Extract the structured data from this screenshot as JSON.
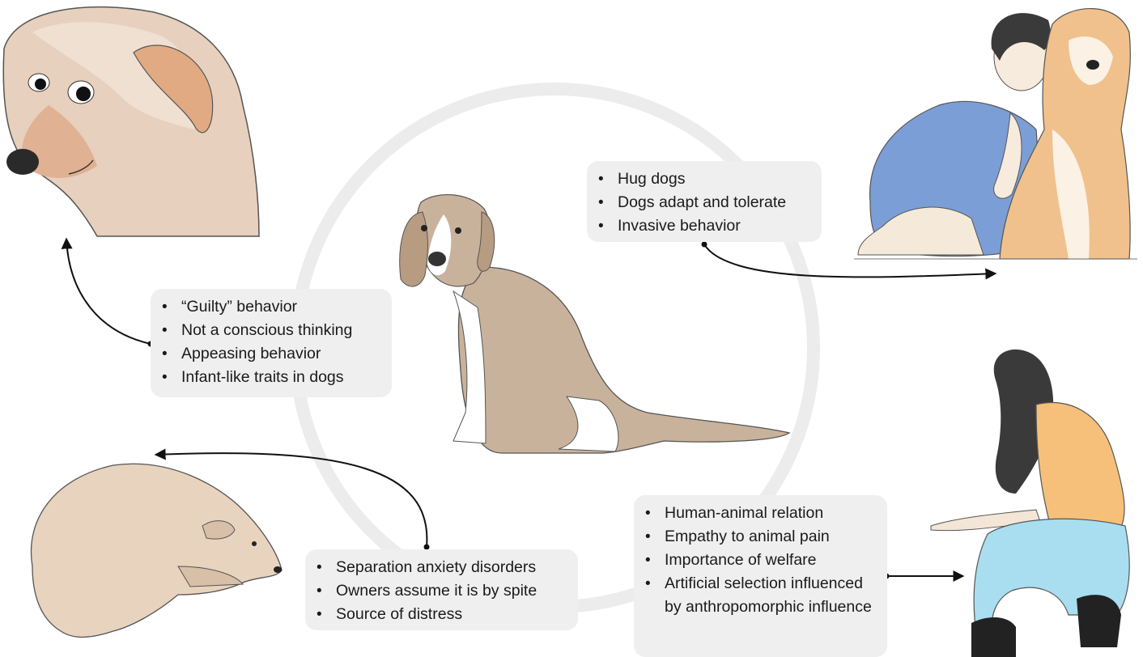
{
  "colors": {
    "circle": "#ececec",
    "box_bg": "#efefef",
    "arrow": "#111111",
    "dog_tan": "#c9b29c",
    "dog_orange": "#e8a15a",
    "shirt_blue": "#7c9ed6",
    "jeans_blue": "#a8def0",
    "sweater_orange": "#f6c07a",
    "hair_dark": "#3a3a3a"
  },
  "illustrations": {
    "top_left": "guilty-looking-dog",
    "top_right": "child-hugging-dog",
    "center": "sitting-beagle",
    "bottom_left": "anxious-crouching-dog",
    "bottom_right": "crouching-woman"
  },
  "boxes": {
    "guilty": {
      "items": [
        "“Guilty” behavior",
        "Not a conscious thinking",
        "Appeasing behavior",
        "Infant-like traits in dogs"
      ]
    },
    "hug": {
      "items": [
        "Hug dogs",
        "Dogs adapt and tolerate",
        "Invasive behavior"
      ]
    },
    "separation": {
      "items": [
        "Separation anxiety disorders",
        "Owners assume it is by spite",
        "Source of distress"
      ]
    },
    "human": {
      "items": [
        "Human-animal relation",
        "Empathy to animal pain",
        "Importance of welfare",
        "Artificial selection influenced by anthropomorphic influence"
      ]
    }
  }
}
